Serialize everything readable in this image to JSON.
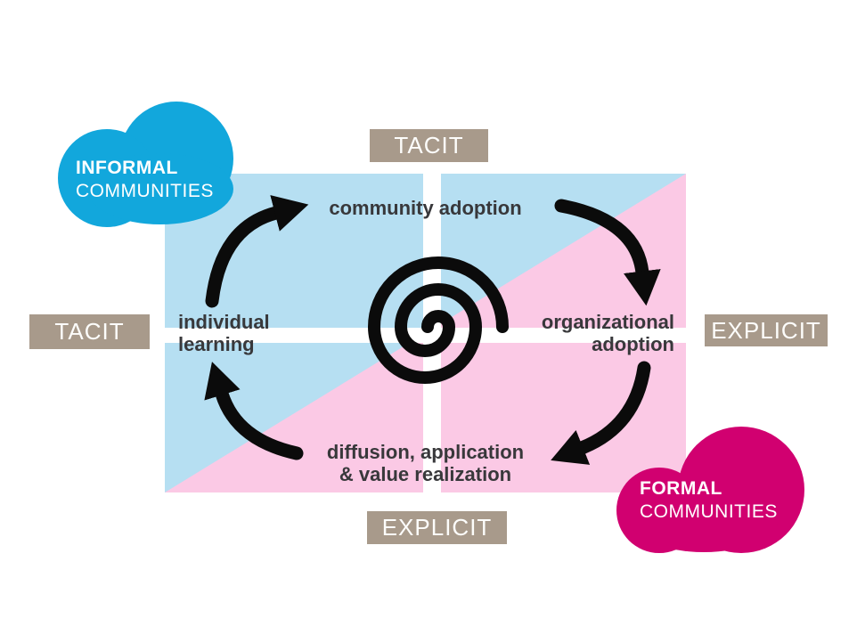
{
  "edge_labels": {
    "top": "TACIT",
    "left": "TACIT",
    "right": "EXPLICIT",
    "bottom": "EXPLICIT"
  },
  "stages": {
    "community": "community adoption",
    "organizational_line1": "organizational",
    "organizational_line2": "adoption",
    "diffusion_line1": "diffusion, application",
    "diffusion_line2": "& value realization",
    "individual_line1": "individual",
    "individual_line2": "learning"
  },
  "clouds": {
    "informal": {
      "line1": "INFORMAL",
      "line2": "COMMUNITIES",
      "color": "#12a7dc"
    },
    "formal": {
      "line1": "FORMAL",
      "line2": "COMMUNITIES",
      "color": "#d10070"
    }
  },
  "colors": {
    "quadrant_blue": "#b6dff2",
    "quadrant_pink": "#fbc9e5",
    "edge_label_bg": "#a89a8b",
    "stage_text": "#38383b",
    "arrow_black": "#0b0b0b"
  },
  "icons": {
    "center": "spiral-icon",
    "clouds": "cloud-icon",
    "arrows": [
      "arrow-individual-to-community",
      "arrow-community-to-organizational",
      "arrow-organizational-to-diffusion",
      "arrow-diffusion-to-individual"
    ]
  }
}
